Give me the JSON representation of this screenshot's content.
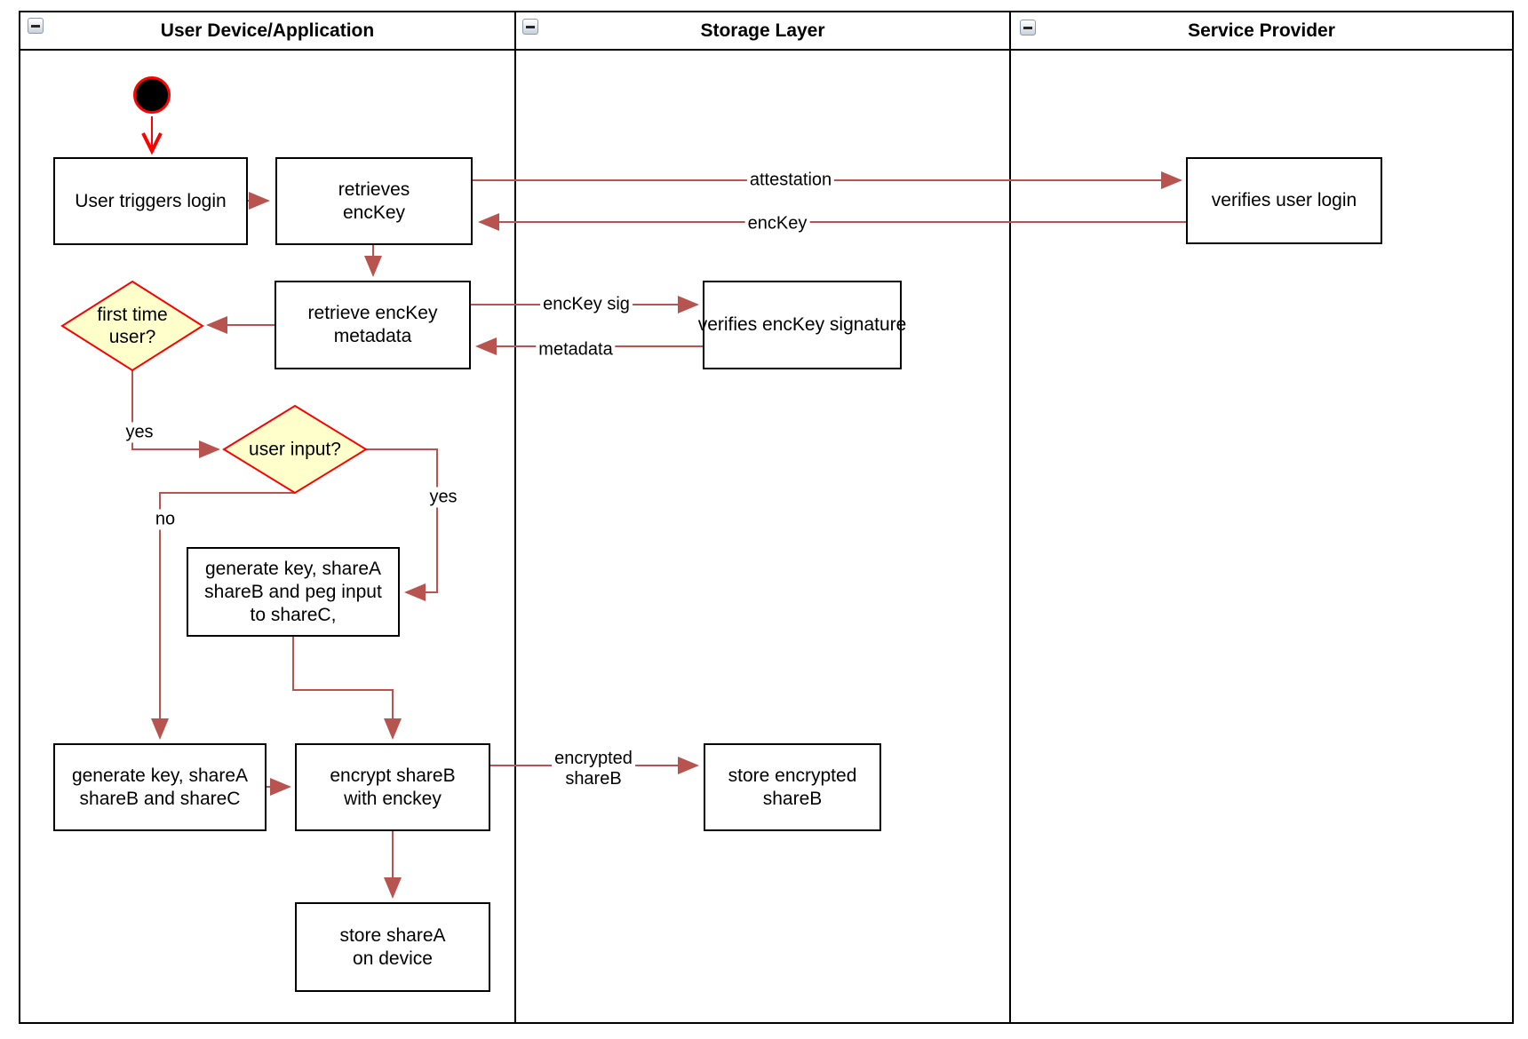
{
  "lanes": [
    {
      "title": "User Device/Application"
    },
    {
      "title": "Storage Layer"
    },
    {
      "title": "Service Provider"
    }
  ],
  "nodes": {
    "user_triggers_login": {
      "lines": [
        "User triggers login"
      ]
    },
    "retrieves_enckey": {
      "lines": [
        "retrieves",
        "encKey"
      ]
    },
    "verifies_user_login": {
      "lines": [
        "verifies user login"
      ]
    },
    "retrieve_enckey_metadata": {
      "lines": [
        "retrieve encKey",
        "metadata"
      ]
    },
    "verifies_enckey_signature": {
      "lines": [
        "verifies encKey signature"
      ]
    },
    "first_time_user": {
      "lines": [
        "first time",
        "user?"
      ]
    },
    "user_input": {
      "lines": [
        "user input?"
      ]
    },
    "generate_key_peg_input": {
      "lines": [
        "generate key, shareA",
        "shareB and peg input",
        "to shareC,"
      ]
    },
    "generate_key_sharec": {
      "lines": [
        "generate key, shareA",
        "shareB and shareC"
      ]
    },
    "encrypt_shareb": {
      "lines": [
        "encrypt shareB",
        "with enckey"
      ]
    },
    "store_encrypted_shareb": {
      "lines": [
        "store encrypted",
        "shareB"
      ]
    },
    "store_sharea": {
      "lines": [
        "store shareA",
        "on device"
      ]
    }
  },
  "edge_labels": {
    "attestation": "attestation",
    "enckey": "encKey",
    "enckey_sig": "encKey sig",
    "metadata": "metadata",
    "first_time_yes": "yes",
    "user_input_no": "no",
    "user_input_yes": "yes",
    "encrypted_shareb": [
      "encrypted",
      "shareB"
    ]
  },
  "colors": {
    "edge": "#B85450",
    "start_accent": "#FF0000",
    "decision_fill": "#FFFFCC",
    "decision_border": "#FF0000",
    "node_fill": "#FFFFFF",
    "node_border": "#000000",
    "lane_border": "#000000"
  }
}
